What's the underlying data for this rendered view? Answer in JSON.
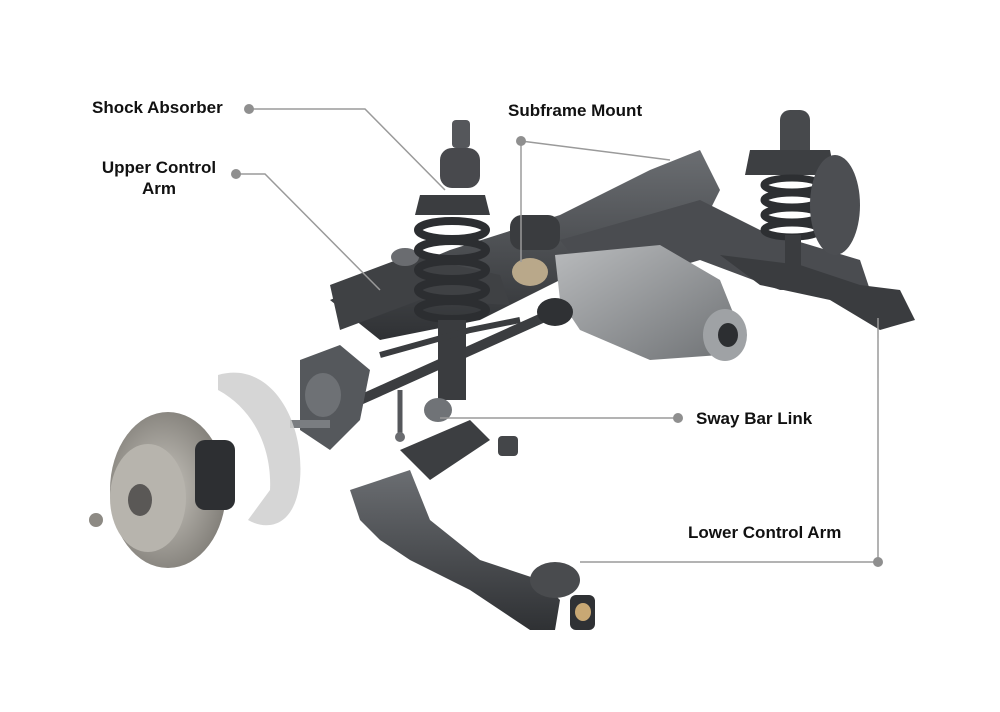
{
  "labels": {
    "shock_absorber": "Shock Absorber",
    "upper_control_arm_line1": "Upper Control",
    "upper_control_arm_line2": "Arm",
    "subframe_mount": "Subframe Mount",
    "sway_bar_link": "Sway Bar Link",
    "lower_control_arm": "Lower Control Arm"
  },
  "colors": {
    "background": "#ffffff",
    "part_dark": "#3c3e41",
    "part_mid": "#5a5d61",
    "part_light": "#8a8d91",
    "rotor": "#a7a49e",
    "leader_line": "#9a9a9a",
    "leader_dot": "#8f8f8f",
    "label_text": "#111111"
  },
  "illustration": "exploded rear independent suspension assembly"
}
